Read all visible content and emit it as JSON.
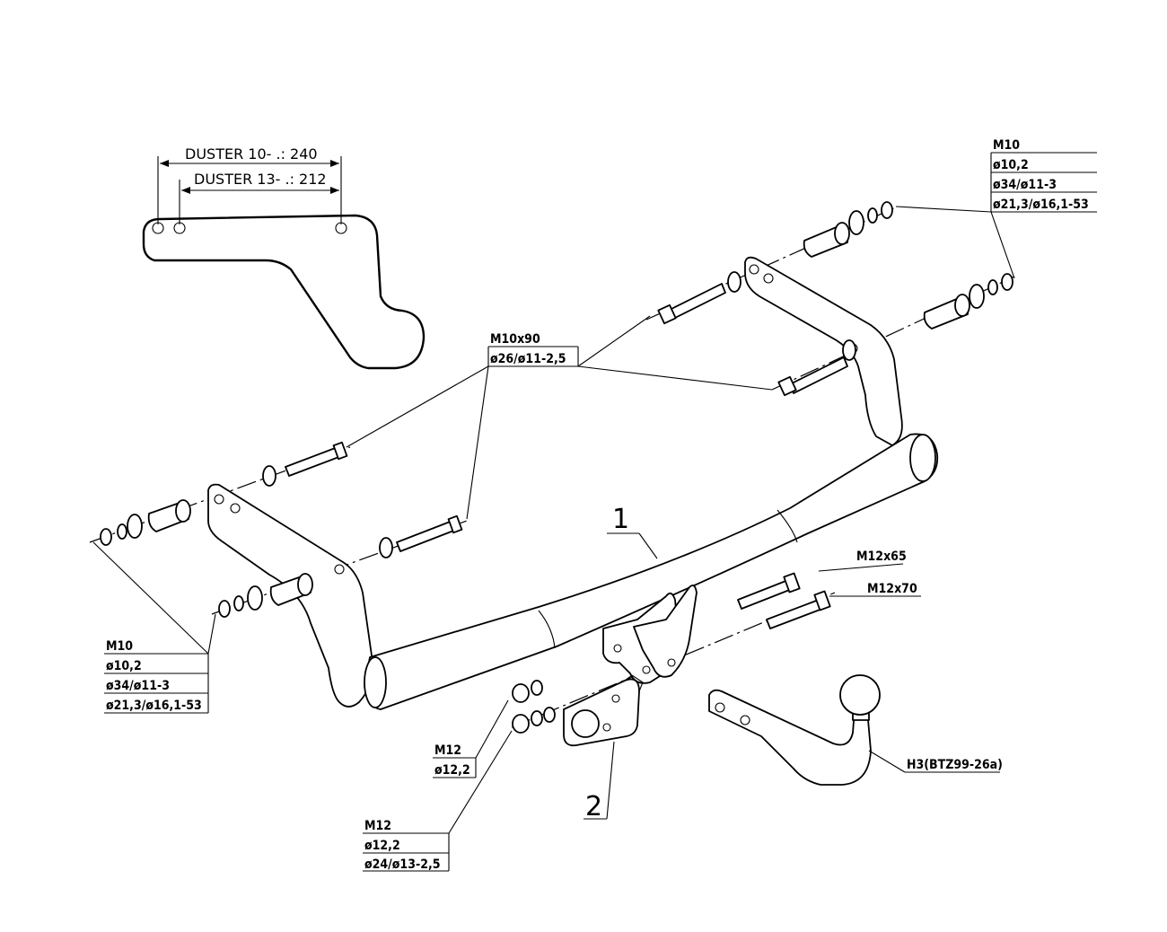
{
  "bracket": {
    "dim_a": "DUSTER 10- .: 240",
    "dim_b": "DUSTER 13- .: 212"
  },
  "callouts": {
    "right_top": [
      "M10",
      "ø10,2",
      "ø34/ø11-3",
      "ø21,3/ø16,1-53"
    ],
    "center_bolts": [
      "M10x90",
      "ø26/ø11-2,5"
    ],
    "left_bottom": [
      "M10",
      "ø10,2",
      "ø34/ø11-3",
      "ø21,3/ø16,1-53"
    ],
    "bolt_a": "M12x65",
    "bolt_b": "M12x70",
    "nut_small": [
      "M12",
      "ø12,2"
    ],
    "nut_large": [
      "M12",
      "ø12,2",
      "ø24/ø13-2,5"
    ],
    "ball": "H3(BTZ99-26a)"
  },
  "part_numbers": {
    "p1": "1",
    "p2": "2"
  }
}
